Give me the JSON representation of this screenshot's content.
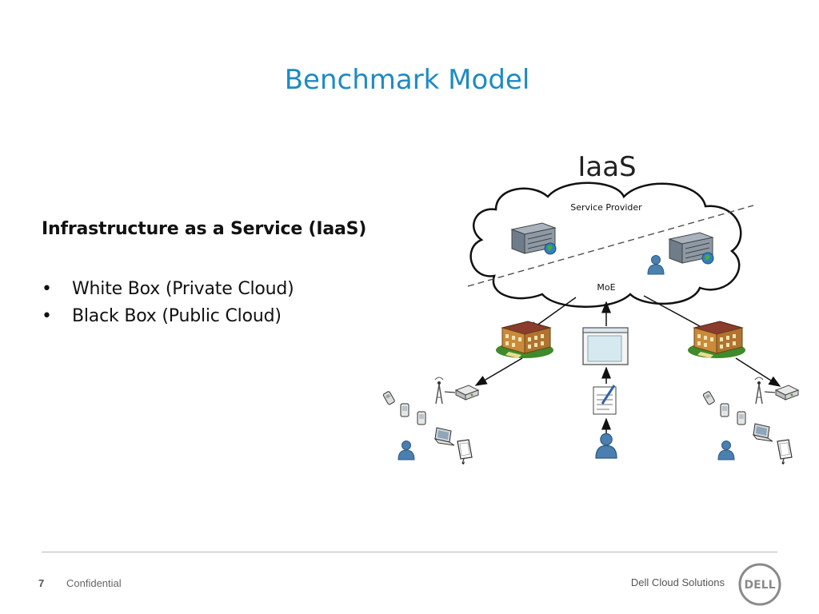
{
  "slide": {
    "title": "Benchmark Model"
  },
  "content": {
    "heading": "Infrastructure as a Service (IaaS)",
    "bullets": [
      {
        "marker": "•",
        "text": "White Box (Private Cloud)"
      },
      {
        "marker": "•",
        "text": "Black Box  (Public Cloud)"
      }
    ]
  },
  "diagram": {
    "title": "IaaS",
    "cloud_top_label": "Service Provider",
    "cloud_bottom_label": "MoE"
  },
  "footer": {
    "page_number": "7",
    "confidential_label": "Confidential",
    "org_name": "Dell Cloud Solutions",
    "logo_text": "DELL"
  },
  "colors": {
    "title": "#1e8bc3",
    "text": "#111111",
    "person_icon": "#4a7fb0",
    "building_roof": "#8c3c2c",
    "building_wall": "#c98a3b",
    "grass": "#3f8a2a",
    "server": "#6f7c8a"
  },
  "icons": [
    "server-icon",
    "person-icon",
    "building-icon",
    "browser-window-icon",
    "document-icon",
    "antenna-icon",
    "router-icon",
    "phone-icon",
    "pda-icon",
    "laptop-icon",
    "tablet-icon",
    "dell-logo"
  ]
}
